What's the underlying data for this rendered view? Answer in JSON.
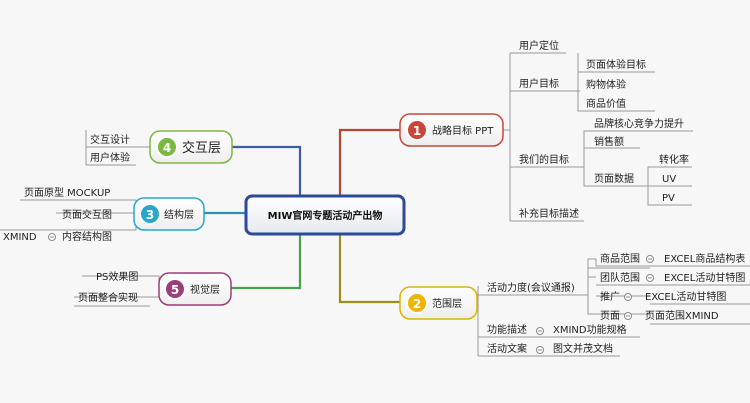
{
  "center": {
    "label": "MIW官网专题活动产出物"
  },
  "branches": {
    "b1": {
      "num": "1",
      "label": "战略目标 PPT",
      "color": "#c8473a"
    },
    "b2": {
      "num": "2",
      "label": "范围层",
      "color": "#f0b400"
    },
    "b3": {
      "num": "3",
      "label": "结构层",
      "color": "#29a6c9"
    },
    "b4": {
      "num": "4",
      "label": "交互层",
      "color": "#7ab840"
    },
    "b5": {
      "num": "5",
      "label": "视觉层",
      "color": "#9b3f7a"
    }
  },
  "nodes": {
    "yonghudingwei": "用户定位",
    "yonghumubiao": "用户目标",
    "yemiantiyanmubiao": "页面体验目标",
    "gouwutiyan": "购物体验",
    "shangpinjiazhi": "商品价值",
    "womendemubiao": "我们的目标",
    "pinpai": "品牌核心竞争力提升",
    "xiaoshoue": "销售额",
    "yemianshuju": "页面数据",
    "zhuanhualv": "转化率",
    "uv": "UV",
    "pv": "PV",
    "buchong": "补充目标描述",
    "huodongli": "活动力度(会议通报)",
    "shangpinfanwei": "商品范围",
    "excel_shangpin": "EXCEL商品结构表",
    "tuanduifanwei": "团队范围",
    "excel_gante1": "EXCEL活动甘特图",
    "tuiguang": "推广",
    "excel_gante2": "EXCEL活动甘特图",
    "yemian": "页面",
    "yemianxmind": "页面范围XMIND",
    "gongnengmiaoshu": "功能描述",
    "xmindguige": "XMIND功能规格",
    "huodongwenan": "活动文案",
    "tuwen": "图文并茂文档",
    "jiaohusheji": "交互设计",
    "yonghutiyan": "用户体验",
    "yemianyuanxing": "页面原型 MOCKUP",
    "yemianjiaohutu": "页面交互图",
    "xmind_left": "XMIND",
    "neirongjiegoutu": "内容结构图",
    "psxiaoguotu": "PS效果图",
    "yemianzhenghe": "页面整合实现"
  },
  "icons": {
    "collapse": "minus-circle-icon"
  }
}
